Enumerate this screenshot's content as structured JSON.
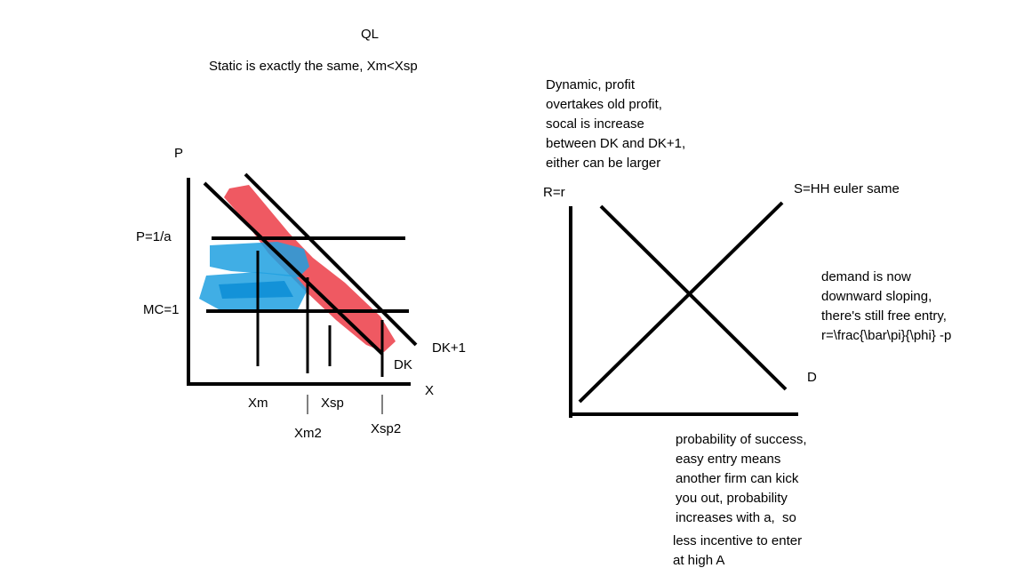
{
  "header": {
    "title": "QL",
    "subtitle": "Static is exactly the same, Xm<Xsp"
  },
  "left_diagram": {
    "y_axis_label": "P",
    "x_axis_label": "X",
    "price_label": "P=1/a",
    "mc_label": "MC=1",
    "curve_dk": "DK",
    "curve_dk1": "DK+1",
    "tick_xm": "Xm",
    "tick_xsp": "Xsp",
    "tick_xm2": "Xm2",
    "tick_xsp2": "Xsp2",
    "colors": {
      "red_highlight": "#ee4b55",
      "blue_highlight": "#1ea0e0",
      "line": "#000000"
    }
  },
  "dynamic_note": [
    "Dynamic, profit",
    "overtakes old profit,",
    "socal is increase",
    "between DK and DK+1,",
    "either can be larger"
  ],
  "right_diagram": {
    "y_axis_label": "R=r",
    "supply_label": "S=HH euler same",
    "demand_label": "D"
  },
  "demand_note": [
    "demand is now",
    "downward sloping,",
    "there's still free entry,",
    "r=\\frac{\\bar\\pi}{\\phi} -p"
  ],
  "probability_note": [
    "probability of success,",
    "easy entry means",
    "another firm can kick",
    "you out, probability",
    "increases with a,  so"
  ],
  "incentive_note": [
    "less incentive to enter",
    "at high A"
  ]
}
